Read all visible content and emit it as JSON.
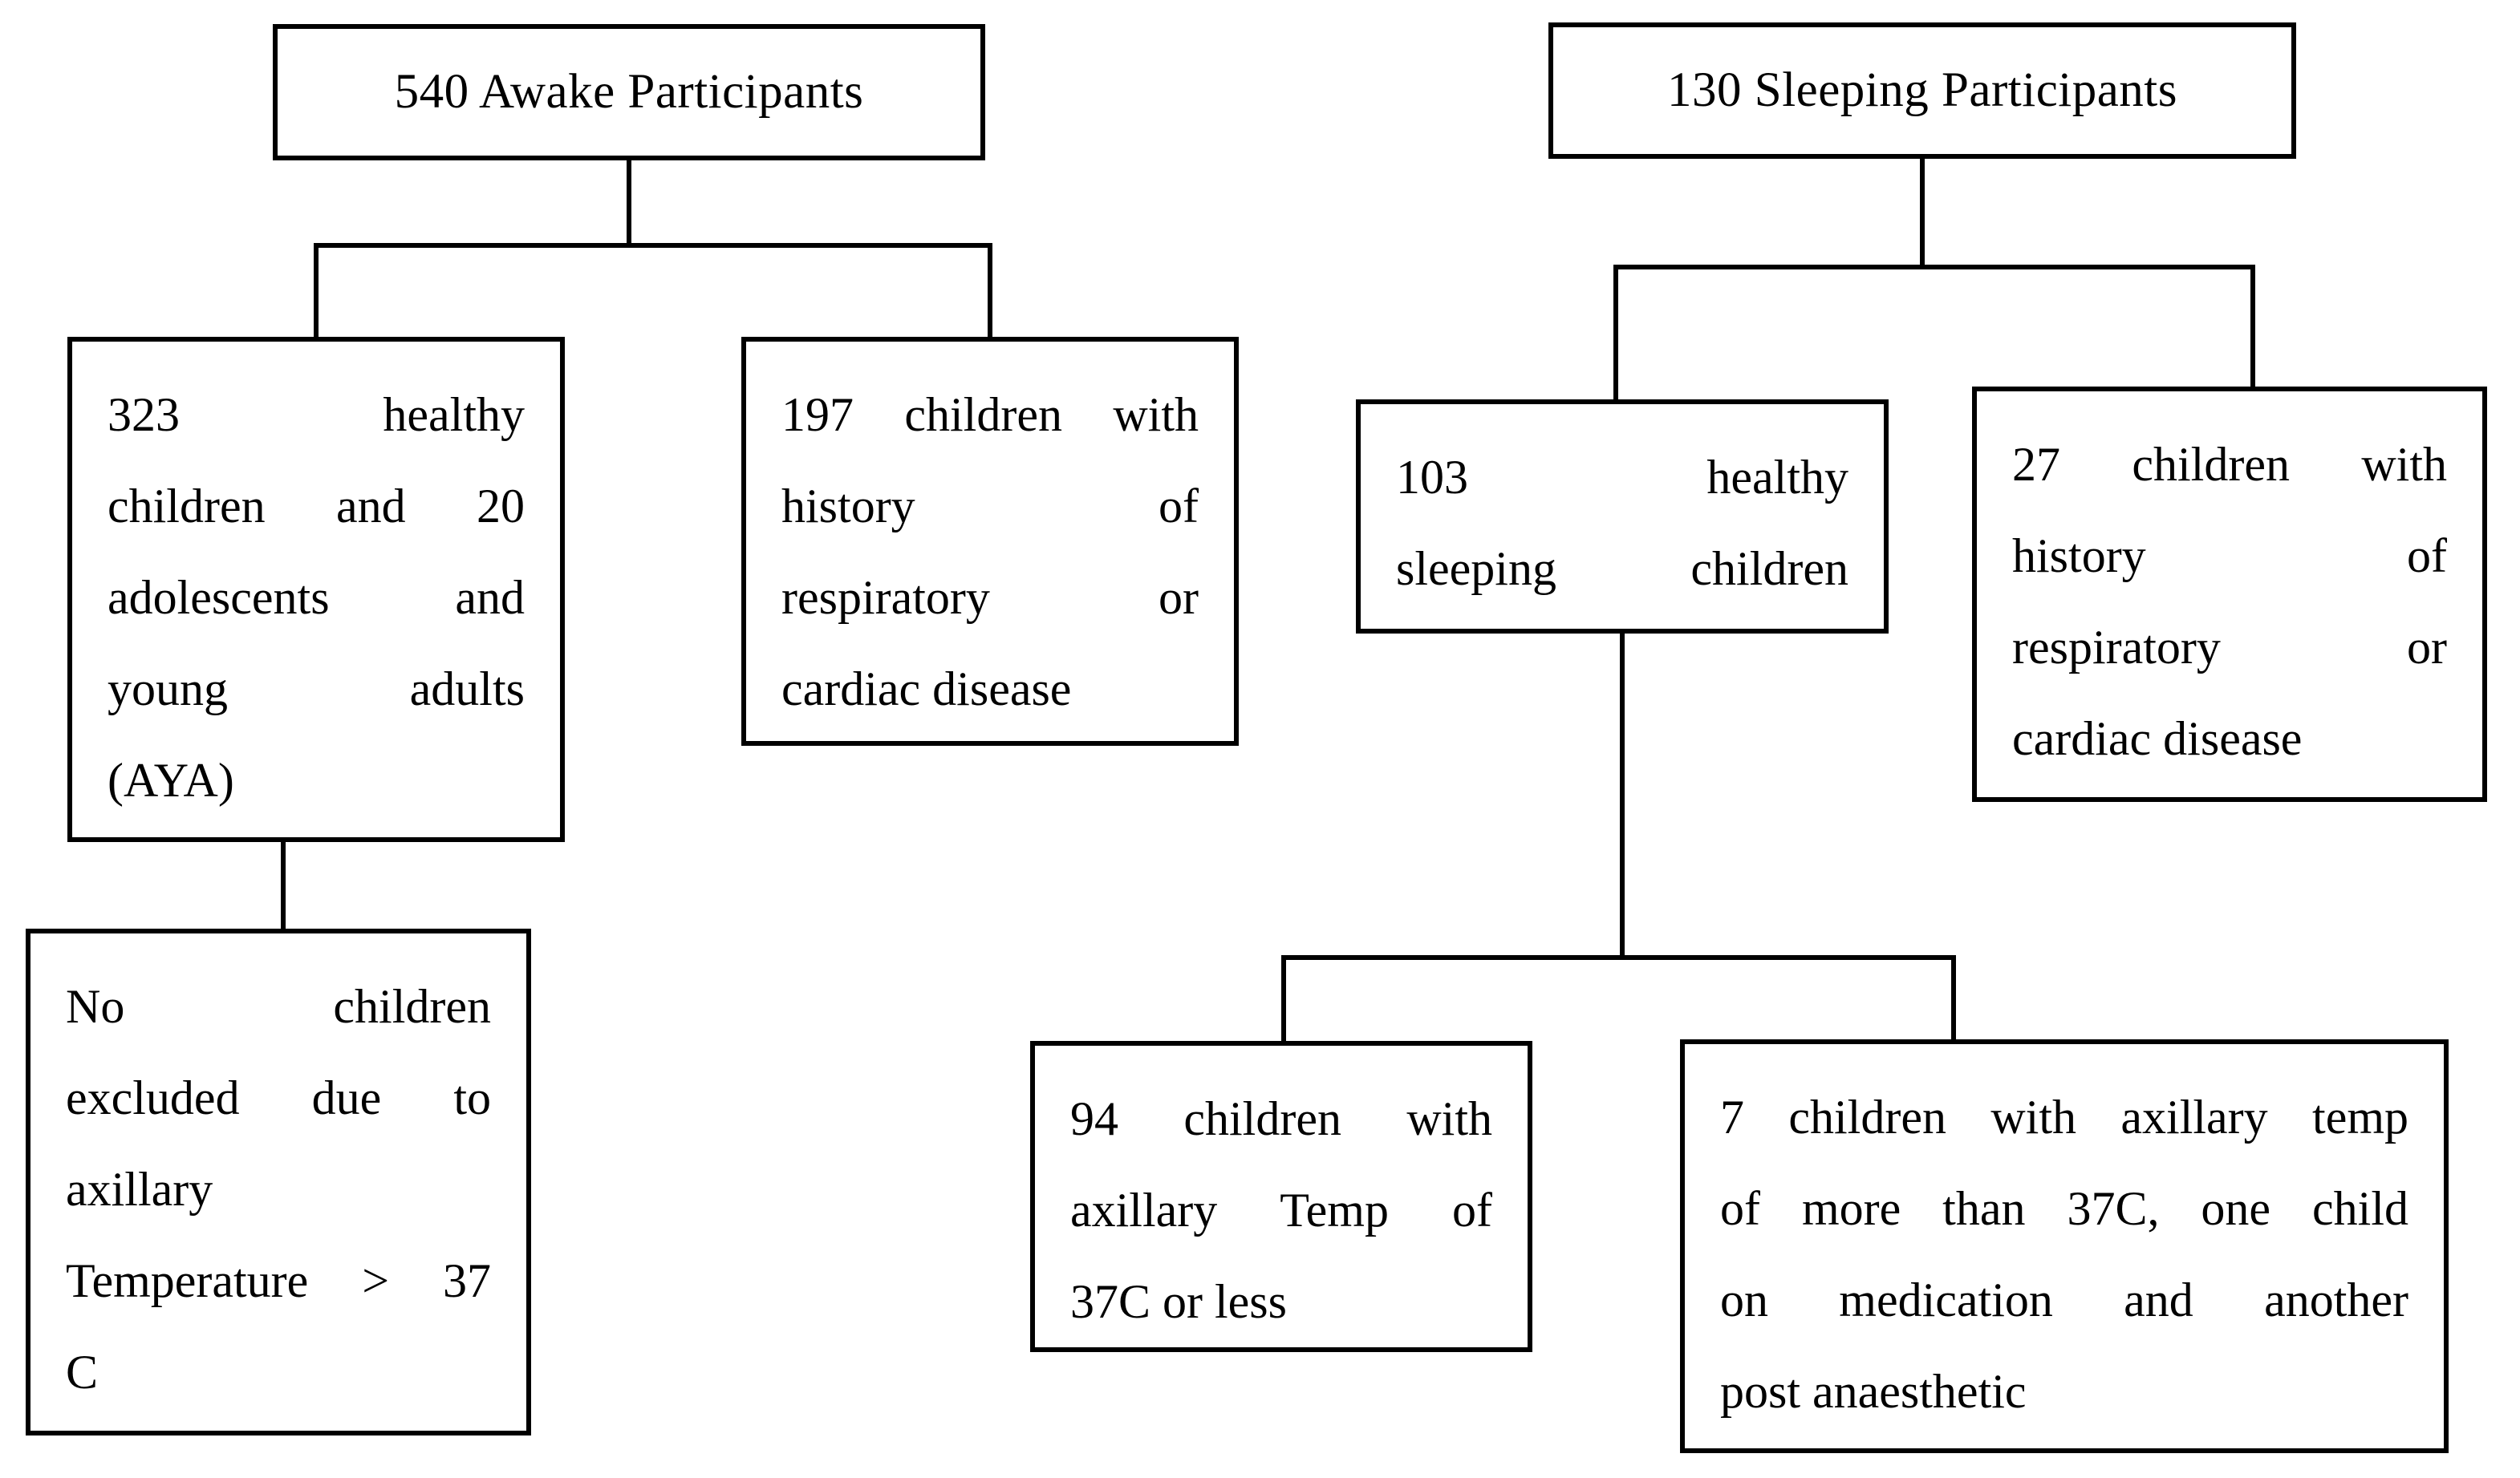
{
  "diagram": {
    "type": "flowchart",
    "colors": {
      "background": "#ffffff",
      "border": "#000000",
      "text": "#000000"
    },
    "awake": {
      "root": {
        "label": "540 Awake Participants"
      },
      "healthy": {
        "lines": [
          "323 healthy",
          "children and 20",
          "adolescents and",
          "young adults",
          "(AYA)"
        ]
      },
      "excluded": {
        "lines": [
          "197 children with",
          "history of",
          "respiratory or",
          "cardiac disease"
        ]
      },
      "none_excluded": {
        "lines": [
          "No children",
          "excluded due to",
          "axillary",
          "Temperature > 37",
          "C"
        ]
      }
    },
    "sleeping": {
      "root": {
        "label": "130 Sleeping Participants"
      },
      "healthy": {
        "lines": [
          "103 healthy",
          "sleeping children"
        ]
      },
      "excluded": {
        "lines": [
          "27 children with",
          "history of",
          "respiratory or",
          "cardiac disease"
        ]
      },
      "normal_temp": {
        "lines": [
          "94 children with",
          "axillary Temp of",
          "37C or less"
        ]
      },
      "high_temp": {
        "lines": [
          "7 children with axillary temp",
          "of more than 37C, one child",
          "on medication and another",
          "post anaesthetic"
        ]
      }
    }
  }
}
